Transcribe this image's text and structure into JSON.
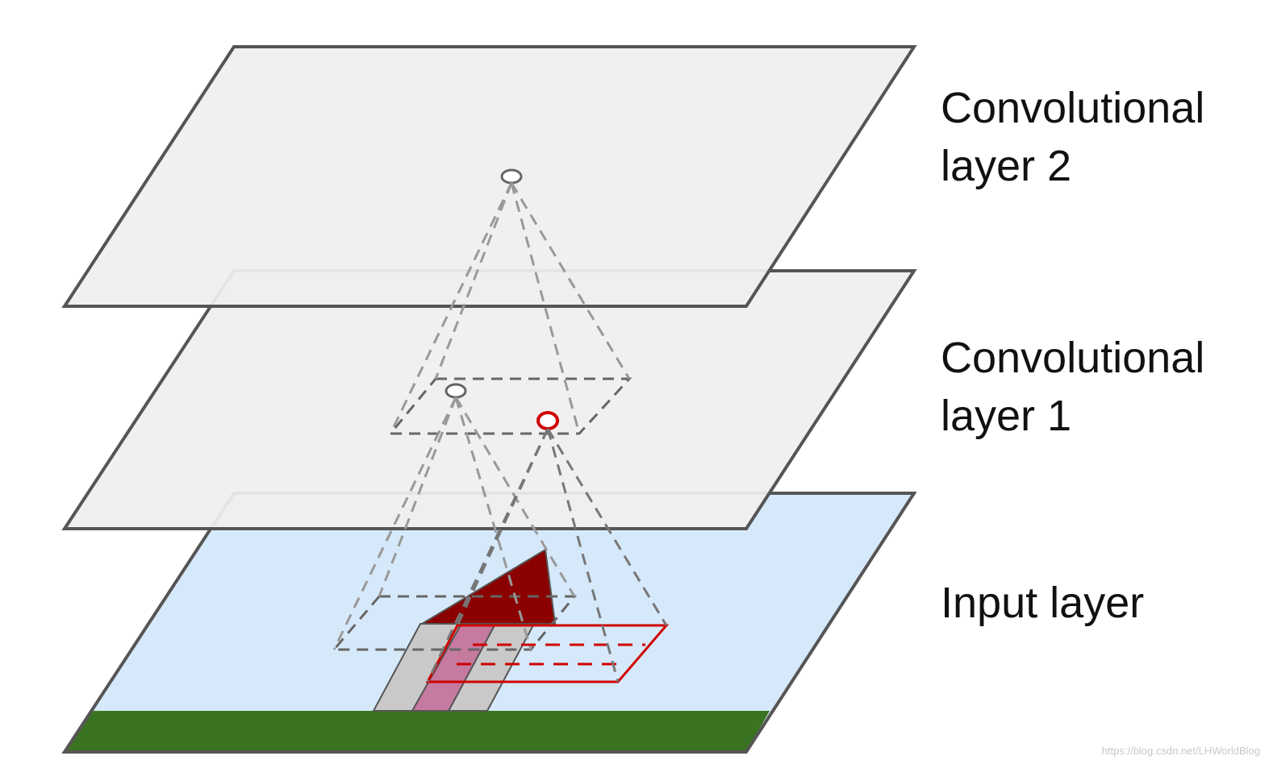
{
  "labels": {
    "conv2": "Convolutional\nlayer 2",
    "conv1": "Convolutional\nlayer 1",
    "input": "Input layer"
  },
  "watermark": "https://blog.csdn.net/LHWorldBlog",
  "colors": {
    "conv_layer_fill": "#efefef",
    "input_layer_fill": "#d6e9fb",
    "layer_stroke": "#555555",
    "grass": "#3a7321",
    "roof": "#8b0000",
    "wall": "#c9c9c9",
    "door": "#c67aa0",
    "highlight": "#d00000"
  },
  "icons": {
    "house": "house-drawing",
    "neuron": "neuron-circle"
  }
}
